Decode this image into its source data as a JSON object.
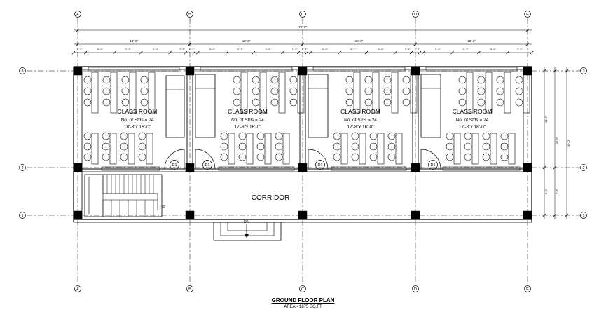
{
  "grid": {
    "columns": [
      "A",
      "B",
      "C",
      "D",
      "E"
    ],
    "rows": [
      "1",
      "2",
      "3"
    ]
  },
  "dimensions": {
    "overall": "75'-0\"",
    "bays": [
      "18'-6\"",
      "18'-6\"",
      "18'-6\"",
      "18'-6\""
    ],
    "sub_bay_1": [
      "1'-3\"",
      "5'-0\"",
      "3'-7\"",
      "5'-0\"",
      "1'-3\""
    ],
    "sub_bay": [
      "1'-3\"",
      "5'-0\"",
      "3'-7\"",
      "5'-0\"",
      "1'-3\""
    ],
    "right_inner": [
      "14'-7\"",
      "5'-6\""
    ],
    "right_mid": [
      "22'-6\"",
      "7'-6\""
    ],
    "right_outer": "30'-0\""
  },
  "rooms": [
    {
      "name": "CLASS ROOM",
      "students": "No. of Stds.= 24",
      "size": "18'-3\"x 16'-0\"",
      "door": "D1"
    },
    {
      "name": "CLASS ROOM",
      "students": "No. of Stds.= 24",
      "size": "17'-8\"x 16'-0\"",
      "door": "D1"
    },
    {
      "name": "CLASS ROOM",
      "students": "No. of Stds.= 24",
      "size": "17'-8\"x 16'-0\"",
      "door": "D1"
    },
    {
      "name": "CLASS ROOM",
      "students": "No. of Stds.= 24",
      "size": "17'-8\"x 16'-0\"",
      "door": "D1"
    }
  ],
  "corridor": "CORRIDOR",
  "stair_label": "UP",
  "entrance_label": "DN",
  "title": "GROUND FLOOR PLAN",
  "area": "AREA:- 1875 SQ.FT"
}
